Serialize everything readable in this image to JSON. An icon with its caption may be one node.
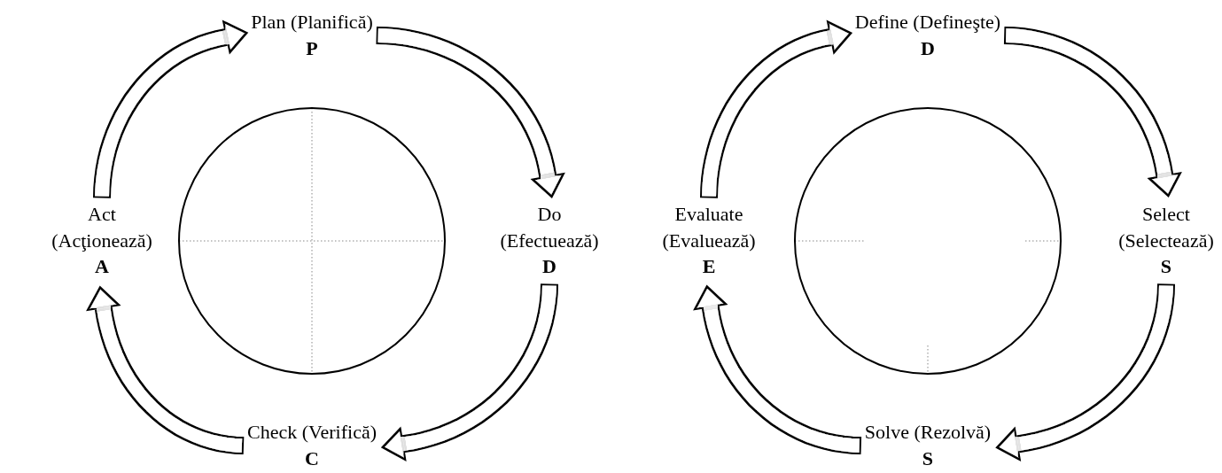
{
  "diagram": {
    "nodes": [
      {
        "text": [
          "Plan (Planifică)",
          "P"
        ]
      },
      {
        "text": [
          "Do (Efectuează)",
          "D"
        ]
      },
      {
        "text": [
          "Check (Verifică)",
          "C"
        ]
      },
      {
        "text": [
          "Act (Acţionează)",
          "A"
        ]
      },
      {
        "text": [
          "Define (Defineşte)",
          "D"
        ]
      },
      {
        "text": [
          "Select (Selectează)",
          "S"
        ]
      },
      {
        "text": [
          "Solve (Rezolvă)",
          "S"
        ]
      },
      {
        "text": [
          "Evaluate (Evaluează)",
          "E"
        ]
      }
    ],
    "edges": [
      {
        "from": 0,
        "to": 1,
        "arrow": "to"
      },
      {
        "from": 1,
        "to": 2,
        "arrow": "to"
      },
      {
        "from": 2,
        "to": 3,
        "arrow": "to"
      },
      {
        "from": 3,
        "to": 0,
        "arrow": "to"
      },
      {
        "from": 4,
        "to": 5,
        "arrow": "to"
      },
      {
        "from": 5,
        "to": 6,
        "arrow": "to"
      },
      {
        "from": 6,
        "to": 7,
        "arrow": "to"
      },
      {
        "from": 7,
        "to": 4,
        "arrow": "to"
      }
    ]
  }
}
